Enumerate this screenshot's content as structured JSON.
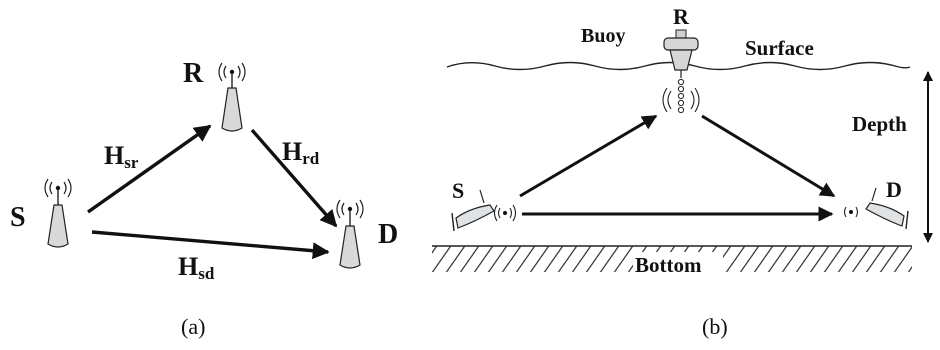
{
  "panel_a": {
    "caption": "(a)",
    "nodes": {
      "source": "S",
      "relay": "R",
      "destination": "D"
    },
    "links": {
      "sr": {
        "main": "H",
        "sub": "sr"
      },
      "rd": {
        "main": "H",
        "sub": "rd"
      },
      "sd": {
        "main": "H",
        "sub": "sd"
      }
    }
  },
  "panel_b": {
    "caption": "(b)",
    "labels": {
      "buoy": "Buoy",
      "relay": "R",
      "surface": "Surface",
      "depth": "Depth",
      "source": "S",
      "destination": "D",
      "bottom": "Bottom"
    }
  },
  "colors": {
    "ink": "#111111",
    "tower": "#d9d9d9",
    "vehicle": "#dfe3e6"
  }
}
